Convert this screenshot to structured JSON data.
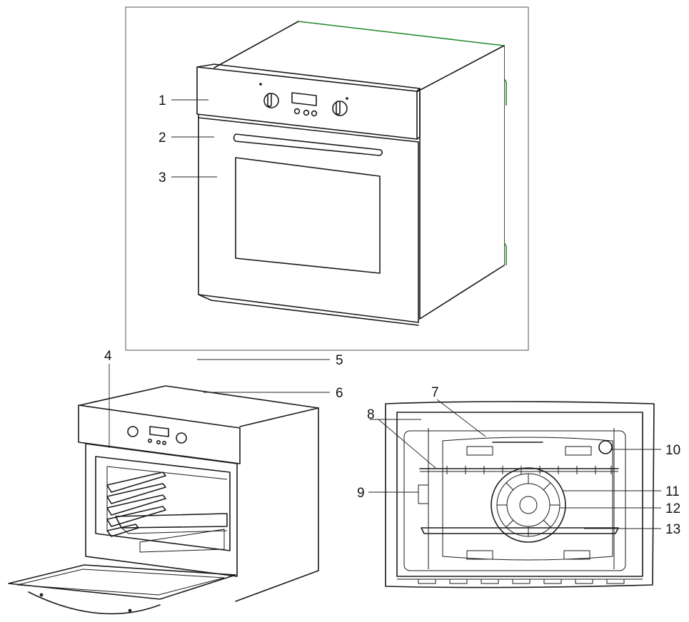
{
  "figure": {
    "callouts": [
      {
        "id": "c1",
        "label": "1"
      },
      {
        "id": "c2",
        "label": "2"
      },
      {
        "id": "c3",
        "label": "3"
      },
      {
        "id": "c4",
        "label": "4"
      },
      {
        "id": "c5",
        "label": "5"
      },
      {
        "id": "c6",
        "label": "6"
      },
      {
        "id": "c7",
        "label": "7"
      },
      {
        "id": "c8",
        "label": "8"
      },
      {
        "id": "c9",
        "label": "9"
      },
      {
        "id": "c10",
        "label": "10"
      },
      {
        "id": "c11",
        "label": "11"
      },
      {
        "id": "c12",
        "label": "12"
      },
      {
        "id": "c13",
        "label": "13"
      }
    ]
  },
  "colors": {
    "line": "#1a1a1a",
    "accent_edge": "#1f8a2a",
    "frame": "#555555"
  }
}
